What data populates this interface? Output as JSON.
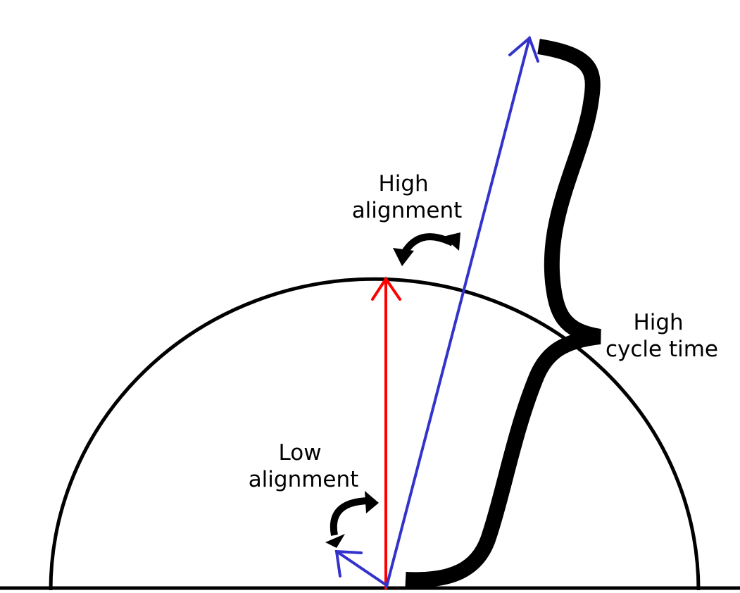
{
  "labels": {
    "high_alignment_line1": "High",
    "high_alignment_line2": "alignment",
    "low_alignment_line1": "Low",
    "low_alignment_line2": "alignment",
    "high_cycle_time_line1": "High",
    "high_cycle_time_line2": "cycle time"
  },
  "colors": {
    "background": "#ffffff",
    "outline": "#000000",
    "red_vector": "#ff0000",
    "blue_vector": "#3333cc"
  }
}
